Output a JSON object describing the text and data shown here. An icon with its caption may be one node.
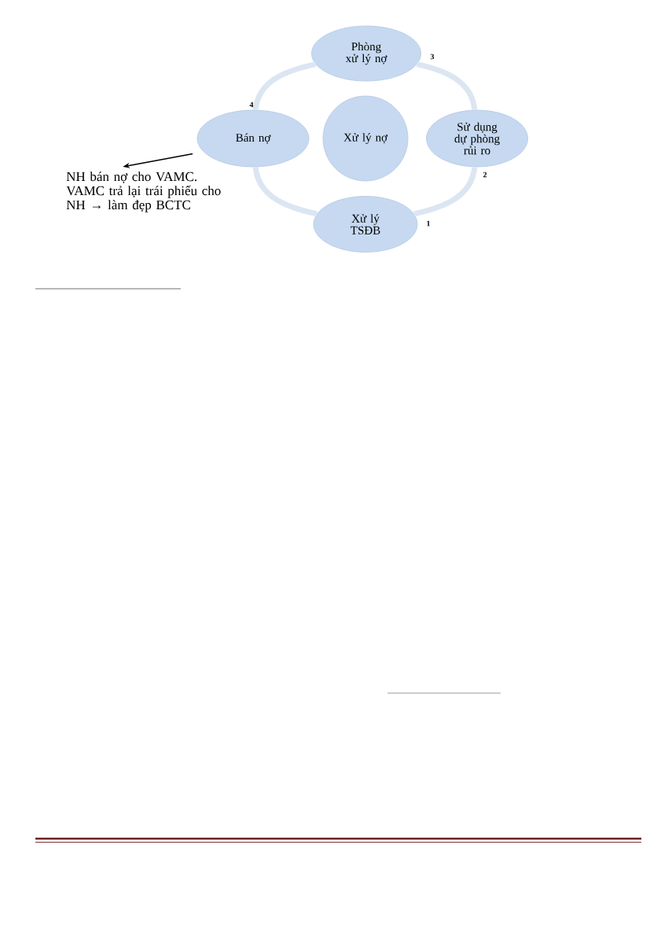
{
  "diagram": {
    "nodes": [
      {
        "text": [
          "Phòng xử lý nợ"
        ],
        "beside": [
          "3"
        ]
      },
      {
        "text": [
          "Bán nợ"
        ],
        "beside": [
          "4"
        ]
      },
      {
        "text": [
          "Xử lý nợ"
        ]
      },
      {
        "text": [
          "Sử dụng dự phòng rủi ro"
        ],
        "beside": [
          "2"
        ]
      },
      {
        "text": [
          "Xử lý TSĐB"
        ],
        "beside": [
          "1"
        ]
      },
      {
        "text": [
          "NH bán nợ cho VAMC. VAMC trả lại trái phiếu cho NH → làm đẹp BCTC"
        ]
      }
    ],
    "edges": [
      {
        "from": 0,
        "to": 3,
        "arrow": "none"
      },
      {
        "from": 3,
        "to": 4,
        "arrow": "none"
      },
      {
        "from": 4,
        "to": 1,
        "arrow": "none"
      },
      {
        "from": 1,
        "to": 0,
        "arrow": "none"
      },
      {
        "from": 1,
        "to": 5,
        "arrow": "to",
        "color": "#000000"
      }
    ]
  }
}
